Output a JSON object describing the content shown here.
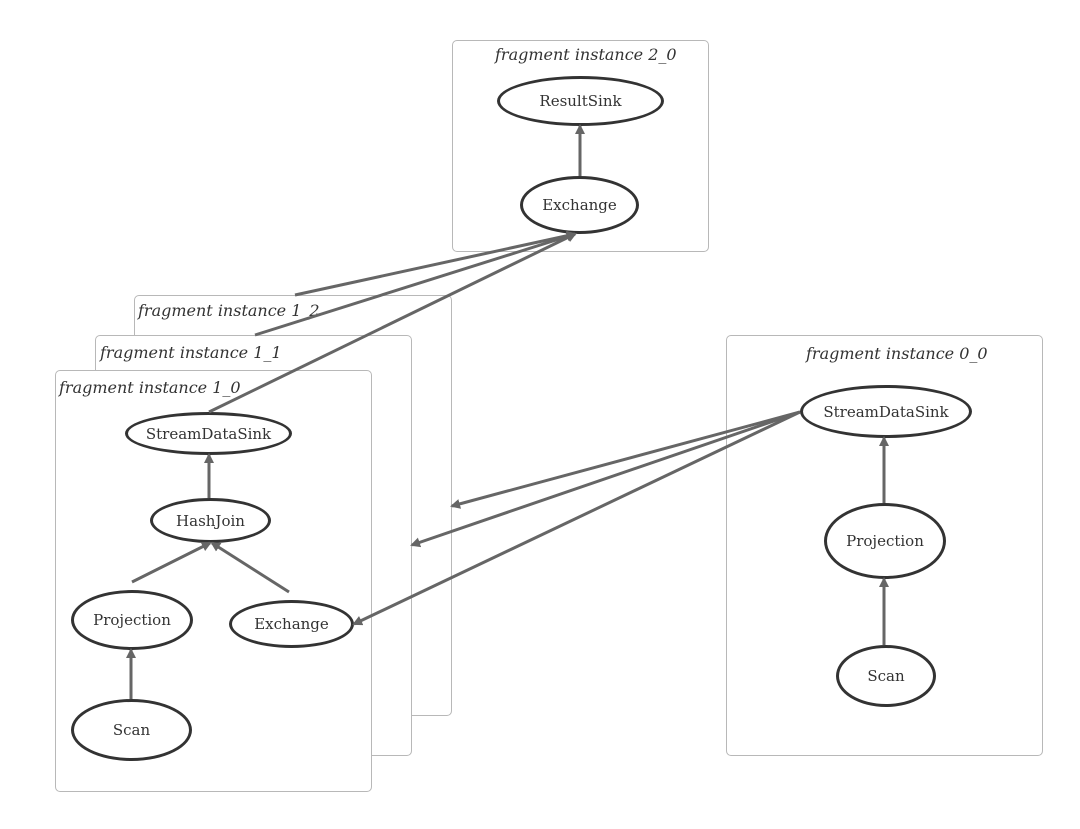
{
  "fragments": {
    "f2_0": "fragment instance 2_0",
    "f1_2": "fragment instance 1_2",
    "f1_1": "fragment instance 1_1",
    "f1_0": "fragment instance 1_0",
    "f0_0": "fragment instance 0_0"
  },
  "nodes": {
    "f2_resultsink": "ResultSink",
    "f2_exchange": "Exchange",
    "f1_streamdatasink": "StreamDataSink",
    "f1_hashjoin": "HashJoin",
    "f1_projection": "Projection",
    "f1_exchange": "Exchange",
    "f1_scan": "Scan",
    "f0_streamdatasink": "StreamDataSink",
    "f0_projection": "Projection",
    "f0_scan": "Scan"
  },
  "edge_color": "#666666",
  "node_border_color": "#333333",
  "frame_border_color": "#b8b8b8"
}
